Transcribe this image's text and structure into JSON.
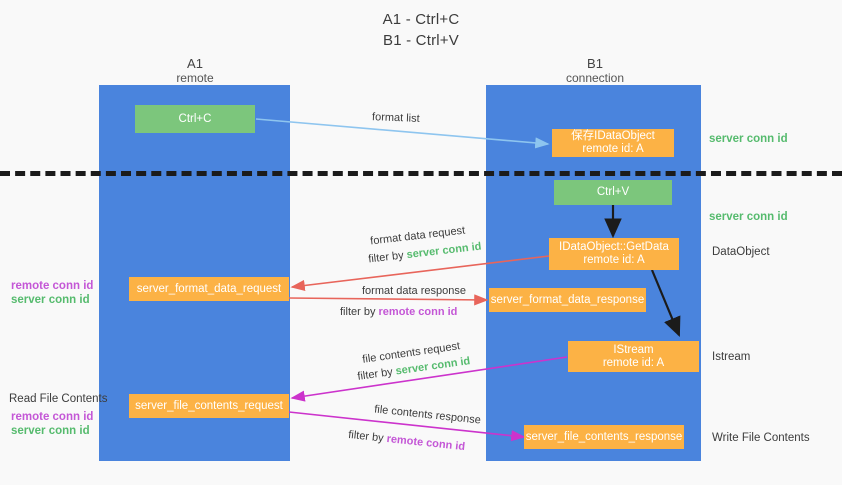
{
  "title": {
    "line1": "A1 - Ctrl+C",
    "line2": "B1 - Ctrl+V"
  },
  "columns": [
    {
      "name": "A1",
      "sub": "remote"
    },
    {
      "name": "B1",
      "sub": "connection"
    }
  ],
  "colors": {
    "panel_blue": "#4a84dd",
    "node_green": "#7cc67c",
    "node_orange": "#fcb245",
    "conn_green_text": "#56bb6e",
    "conn_purple_text": "#c457d6",
    "arrow_blue": "#8ec5ef",
    "arrow_red": "#e8655b",
    "arrow_magenta": "#cc33cc",
    "arrow_black": "#1b1b1b",
    "background": "#f9f9f9"
  },
  "nodes": {
    "ctrl_c": "Ctrl+C",
    "ctrl_v": "Ctrl+V",
    "save_idataobject_l1": "保存IDataObject",
    "save_idataobject_l2": "remote id: A",
    "getdata_l1": "IDataObject::GetData",
    "getdata_l2": "remote id: A",
    "istream_l1": "IStream",
    "istream_l2": "remote id: A",
    "server_format_data_request": "server_format_data_request",
    "server_format_data_response": "server_format_data_response",
    "server_file_contents_request": "server_file_contents_request",
    "server_file_contents_response": "server_file_contents_response"
  },
  "right_labels": {
    "server_conn_id_1": "server conn id",
    "server_conn_id_2": "server conn id",
    "dataobject": "DataObject",
    "istream": "Istream",
    "write_file_contents": "Write File Contents"
  },
  "left_labels": {
    "remote_conn_id_1": "remote conn id",
    "server_conn_id_1": "server conn id",
    "read_file_contents": "Read File Contents",
    "remote_conn_id_2": "remote conn id",
    "server_conn_id_2": "server conn id"
  },
  "edges": {
    "format_list": "format list",
    "format_data_request": "format data request",
    "filter_by": "filter by",
    "server_conn_id": "server conn id",
    "format_data_response": "format data response",
    "remote_conn_id": "remote conn id",
    "file_contents_request": "file contents request",
    "file_contents_response": "file contents response"
  }
}
